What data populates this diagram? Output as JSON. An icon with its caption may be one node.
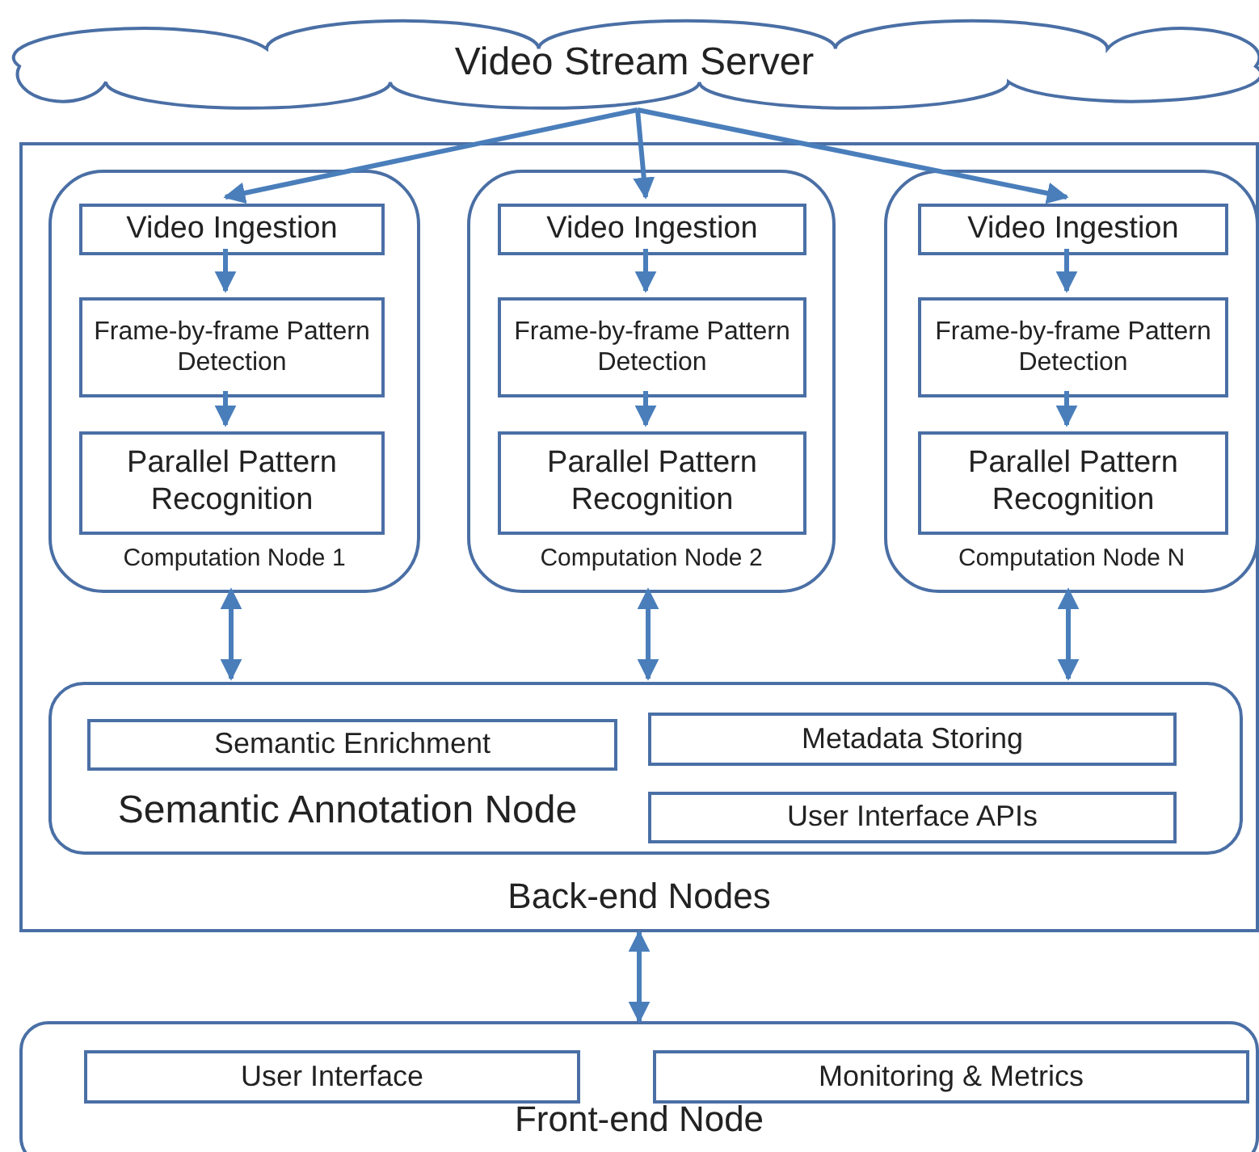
{
  "diagram": {
    "nodes": [
      {
        "text": [
          "Video Stream Server"
        ]
      },
      {
        "text": [
          "Back-end Nodes"
        ]
      },
      {
        "text": [
          "Computation Node 1"
        ],
        "in": 1
      },
      {
        "text": [
          "Video Ingestion"
        ],
        "in": 2
      },
      {
        "text": [
          "Frame-by-frame Pattern Detection"
        ],
        "in": 2
      },
      {
        "text": [
          "Parallel Pattern Recognition"
        ],
        "in": 2
      },
      {
        "text": [
          "Computation Node 2"
        ],
        "in": 1
      },
      {
        "text": [
          "Video Ingestion"
        ],
        "in": 6
      },
      {
        "text": [
          "Frame-by-frame Pattern Detection"
        ],
        "in": 6
      },
      {
        "text": [
          "Parallel Pattern Recognition"
        ],
        "in": 6
      },
      {
        "text": [
          "Computation Node N"
        ],
        "in": 1
      },
      {
        "text": [
          "Video Ingestion"
        ],
        "in": 10
      },
      {
        "text": [
          "Frame-by-frame Pattern Detection"
        ],
        "in": 10
      },
      {
        "text": [
          "Parallel Pattern Recognition"
        ],
        "in": 10
      },
      {
        "text": [
          "Semantic Annotation Node"
        ],
        "in": 1
      },
      {
        "text": [
          "Semantic Enrichment"
        ],
        "in": 14
      },
      {
        "text": [
          "Metadata Storing"
        ],
        "in": 14
      },
      {
        "text": [
          "User Interface APIs"
        ],
        "in": 14
      },
      {
        "text": [
          "Front-end Node"
        ]
      },
      {
        "text": [
          "User Interface"
        ],
        "in": 18
      },
      {
        "text": [
          "Monitoring & Metrics"
        ],
        "in": 18
      }
    ],
    "edges": [
      {
        "from": 0,
        "to": 3,
        "arrow": "to"
      },
      {
        "from": 0,
        "to": 7,
        "arrow": "to"
      },
      {
        "from": 0,
        "to": 11,
        "arrow": "to"
      },
      {
        "from": 3,
        "to": 4,
        "arrow": "to"
      },
      {
        "from": 4,
        "to": 5,
        "arrow": "to"
      },
      {
        "from": 7,
        "to": 8,
        "arrow": "to"
      },
      {
        "from": 8,
        "to": 9,
        "arrow": "to"
      },
      {
        "from": 11,
        "to": 12,
        "arrow": "to"
      },
      {
        "from": 12,
        "to": 13,
        "arrow": "to"
      },
      {
        "from": 2,
        "to": 14,
        "arrow": "both"
      },
      {
        "from": 6,
        "to": 14,
        "arrow": "both"
      },
      {
        "from": 10,
        "to": 14,
        "arrow": "both"
      },
      {
        "from": 1,
        "to": 18,
        "arrow": "both"
      }
    ]
  }
}
